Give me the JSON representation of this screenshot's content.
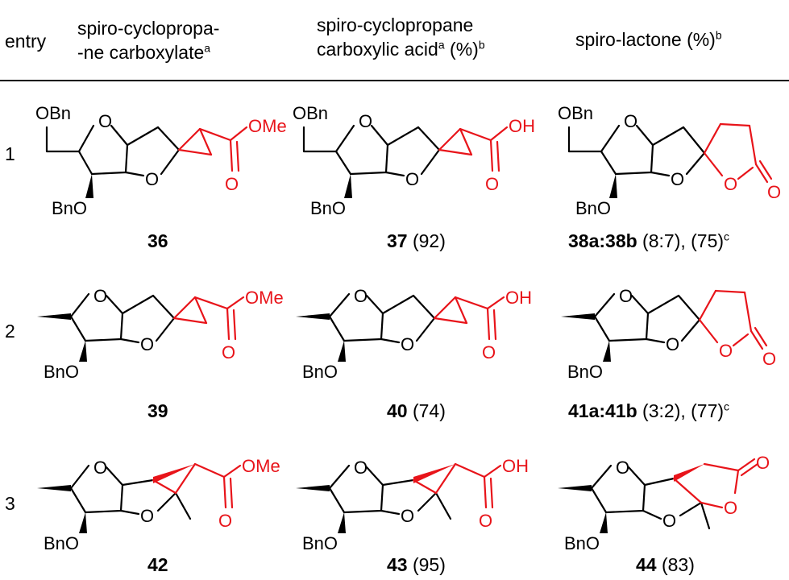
{
  "header": {
    "col_entry": "entry",
    "col1_line1": "spiro-cyclopropa-",
    "col1_line2": "-ne carboxylate",
    "col1_sup": "a",
    "col2_line1": "spiro-cyclopropane",
    "col2_line2a": "carboxylic acid",
    "col2_sup_a": "a",
    "col2_line2b": " (%)",
    "col2_sup_b": "b",
    "col3_line1": "spiro-lactone (%)",
    "col3_sup": "b"
  },
  "rows": [
    {
      "entry": "1",
      "ester": {
        "id": "36"
      },
      "acid": {
        "id": "37",
        "yield": " (92)"
      },
      "lactone": {
        "id": "38a:38b",
        "ratio": " (8:7), (75)",
        "sup": "c"
      }
    },
    {
      "entry": "2",
      "ester": {
        "id": "39"
      },
      "acid": {
        "id": "40",
        "yield": " (74)"
      },
      "lactone": {
        "id": "41a:41b",
        "ratio": " (3:2), (77)",
        "sup": "c"
      }
    },
    {
      "entry": "3",
      "ester": {
        "id": "42"
      },
      "acid": {
        "id": "43",
        "yield": " (95)"
      },
      "lactone": {
        "id": "44",
        "ratio": " (83)",
        "sup": ""
      }
    }
  ],
  "atoms": {
    "obn": "OBn",
    "bno": "BnO",
    "o": "O",
    "ome": "OMe",
    "oh": "OH"
  },
  "colors": {
    "highlight": "#e8141a",
    "text": "#000000"
  }
}
